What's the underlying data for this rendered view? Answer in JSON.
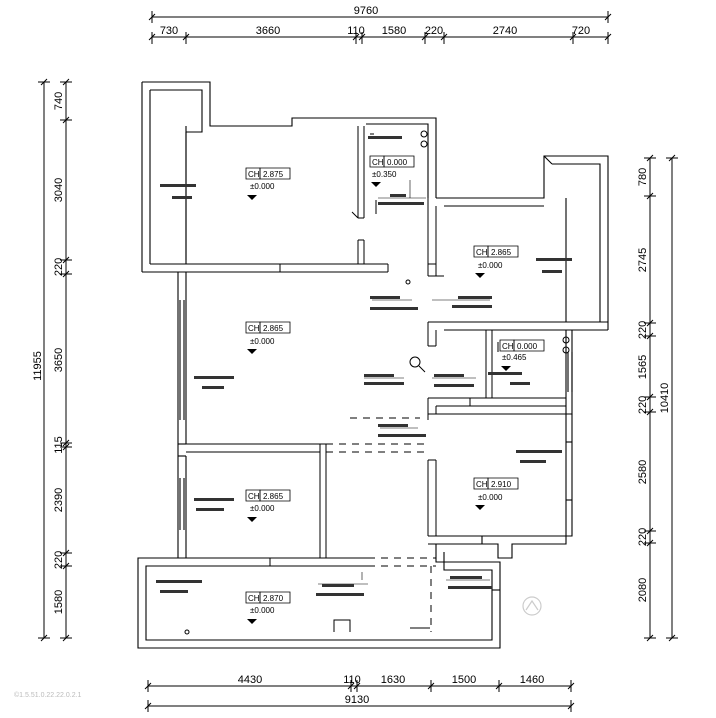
{
  "top_dims": {
    "total": "9760",
    "segments": [
      "730",
      "3660",
      "110",
      "1580",
      "220",
      "2740",
      "720"
    ]
  },
  "bottom_dims": {
    "total": "9130",
    "segments": [
      "4430",
      "110",
      "1630",
      "1500",
      "1460"
    ]
  },
  "left_dims": {
    "total": "11955",
    "segments": [
      "740",
      "3040",
      "220",
      "3650",
      "115",
      "2390",
      "220",
      "1580"
    ]
  },
  "right_dims": {
    "total": "10410",
    "segments": [
      "780",
      "2745",
      "220",
      "1565",
      "220",
      "2580",
      "220",
      "2080"
    ]
  },
  "level_tags": [
    {
      "ch": "CH",
      "height": "2.875",
      "level": "±0.000"
    },
    {
      "ch": "CH",
      "height": "0.000",
      "level": "±0.350"
    },
    {
      "ch": "CH",
      "height": "2.865",
      "level": "±0.000"
    },
    {
      "ch": "CH",
      "height": "2.865",
      "level": "±0.000"
    },
    {
      "ch": "CH",
      "height": "0.000",
      "level": "±0.465"
    },
    {
      "ch": "CH",
      "height": "2.865",
      "level": "±0.000"
    },
    {
      "ch": "CH",
      "height": "2.910",
      "level": "±0.000"
    },
    {
      "ch": "CH",
      "height": "2.870",
      "level": "±0.000"
    }
  ],
  "watermark": "©1.5.51.0.22.22.0.2.1"
}
